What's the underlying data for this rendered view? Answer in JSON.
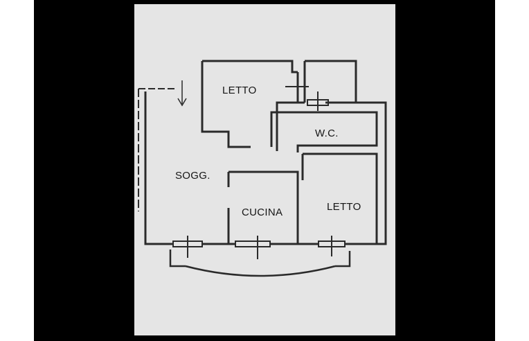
{
  "plan": {
    "rooms": [
      {
        "id": "letto_1",
        "label": "LETTO"
      },
      {
        "id": "wc",
        "label": "W.C."
      },
      {
        "id": "soggiorno",
        "label": "SOGG."
      },
      {
        "id": "cucina",
        "label": "CUCINA"
      },
      {
        "id": "letto_2",
        "label": "LETTO"
      }
    ]
  },
  "colors": {
    "frame": "#000000",
    "paper": "#e5e5e5",
    "walls": "#2a2a2a"
  }
}
